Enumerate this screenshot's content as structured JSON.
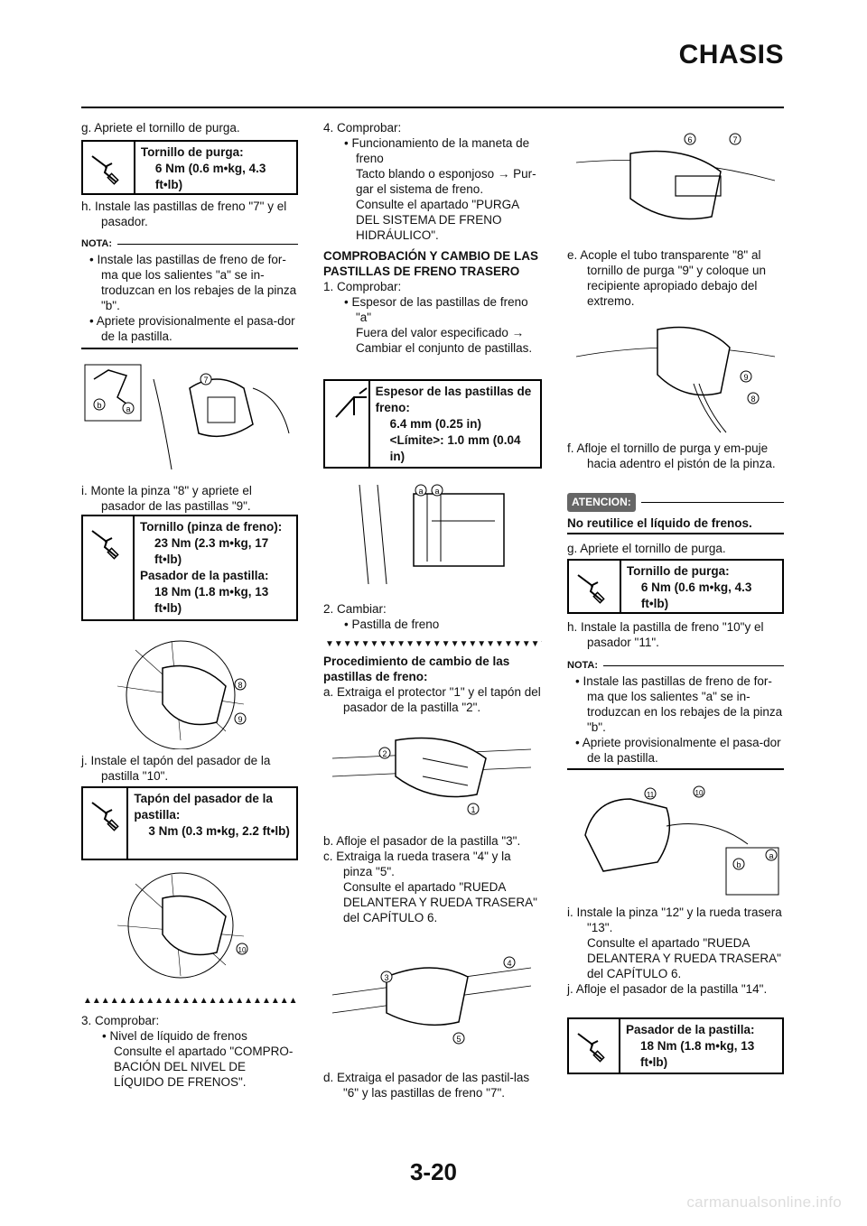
{
  "header": {
    "title": "CHASIS"
  },
  "footer": {
    "page_number": "3-20",
    "url": "carmanualsonline.info"
  },
  "col1": {
    "g": "g. Apriete el tornillo de purga.",
    "spec1": {
      "title": "Tornillo de purga:",
      "value": "6 Nm (0.6 m•kg, 4.3 ft•lb)"
    },
    "h": "h. Instale las pastillas de freno \"7\" y el pasador.",
    "nota_label": "NOTA:",
    "nota_b1": "• Instale las pastillas de freno de for-ma que los salientes \"a\" se in-troduzcan en los rebajes de la pinza \"b\".",
    "nota_b2": "• Apriete provisionalmente el pasa-dor de la pastilla.",
    "i": "i. Monte la pinza \"8\" y apriete el pasador de las pastillas \"9\".",
    "spec2": {
      "title1": "Tornillo (pinza de freno):",
      "value1": "23 Nm (2.3 m•kg, 17 ft•lb)",
      "title2": "Pasador de la pastilla:",
      "value2": "18 Nm (1.8 m•kg, 13 ft•lb)"
    },
    "j": "j. Instale el tapón del pasador de la pastilla \"10\".",
    "spec3": {
      "title": "Tapón del pasador de la pastilla:",
      "value": "3 Nm (0.3 m•kg, 2.2 ft•lb)"
    },
    "step3": "3. Comprobar:",
    "step3_b": "• Nivel de líquido de frenos",
    "step3_c": "Consulte el apartado \"COMPRO-BACIÓN DEL NIVEL DE LÍQUIDO DE FRENOS\"."
  },
  "col2": {
    "step4": "4. Comprobar:",
    "step4_b": "• Funcionamiento de la maneta de freno",
    "step4_c1": "Tacto blando o esponjoso → Pur-gar el sistema de freno.",
    "step4_c2": "Consulte el apartado \"PURGA DEL SISTEMA DE FRENO HIDRÁULICO\".",
    "section_title": "COMPROBACIÓN Y CAMBIO DE LAS PASTILLAS DE FRENO TRASERO",
    "step1": "1. Comprobar:",
    "step1_b": "• Espesor de las pastillas de freno \"a\"",
    "step1_c": "Fuera del valor especificado → Cambiar el conjunto de pastillas.",
    "spec4": {
      "title": "Espesor de las pastillas de freno:",
      "value": "6.4 mm (0.25 in)",
      "limit": "<Límite>: 1.0 mm (0.04 in)"
    },
    "step2": "2. Cambiar:",
    "step2_b": "• Pastilla de freno",
    "proc_title": "Procedimiento de cambio de las pastillas de freno:",
    "a": "a. Extraiga el protector \"1\" y el tapón del pasador de la pastilla \"2\".",
    "b": "b. Afloje el pasador de la pastilla \"3\".",
    "c": "c. Extraiga la rueda trasera \"4\" y la pinza \"5\".",
    "c2": "Consulte el apartado \"RUEDA DELANTERA Y RUEDA TRASERA\" del CAPÍTULO 6.",
    "d": "d. Extraiga el pasador de las pastil-las \"6\" y las pastillas de freno \"7\"."
  },
  "col3": {
    "e": "e. Acople el tubo transparente \"8\" al tornillo de purga \"9\" y coloque un recipiente apropiado debajo del extremo.",
    "f": "f. Afloje el tornillo de purga y em-puje hacia adentro el pistón de la pinza.",
    "atencion_label": "ATENCION:",
    "atencion_text": "No reutilice el líquido de frenos.",
    "g": "g. Apriete el tornillo de purga.",
    "spec5": {
      "title": "Tornillo de purga:",
      "value": "6 Nm (0.6 m•kg, 4.3 ft•lb)"
    },
    "h": "h. Instale la pastilla de freno \"10\"y el pasador \"11\".",
    "nota_label": "NOTA:",
    "nota_b1": "• Instale las pastillas de freno de for-ma que los salientes \"a\" se in-troduzcan en los rebajes de la pinza \"b\".",
    "nota_b2": "• Apriete provisionalmente el pasa-dor de la pastilla.",
    "i": "i. Instale la pinza \"12\" y la rueda trasera \"13\".",
    "i2": "Consulte el apartado \"RUEDA DELANTERA Y RUEDA TRASERA\" del CAPÍTULO 6.",
    "j": "j. Afloje el pasador de la pastilla \"14\".",
    "spec6": {
      "title": "Pasador de la pastilla:",
      "value": "18 Nm (1.8 m•kg, 13 ft•lb)"
    }
  },
  "callouts": {
    "fig1": [
      "7",
      "b",
      "a"
    ],
    "fig2": [
      "8",
      "9"
    ],
    "fig3": [
      "10"
    ],
    "fig4": [
      "a",
      "a"
    ],
    "fig5": [
      "2",
      "1"
    ],
    "fig6": [
      "4",
      "3",
      "5"
    ],
    "fig7": [
      "6",
      "7"
    ],
    "fig8": [
      "9",
      "8"
    ],
    "fig9": [
      "11",
      "10",
      "a",
      "b"
    ]
  },
  "markers": {
    "end": "▼▼▼▼▼▼▼▼▼▼▼▼▼▼▼▼▼▼▼▼▼▼▼▼▼▼▼▼▼▼",
    "start": "▲▲▲▲▲▲▲▲▲▲▲▲▲▲▲▲▲▲▲▲▲▲▲▲▲▲▲▲▲▲"
  }
}
